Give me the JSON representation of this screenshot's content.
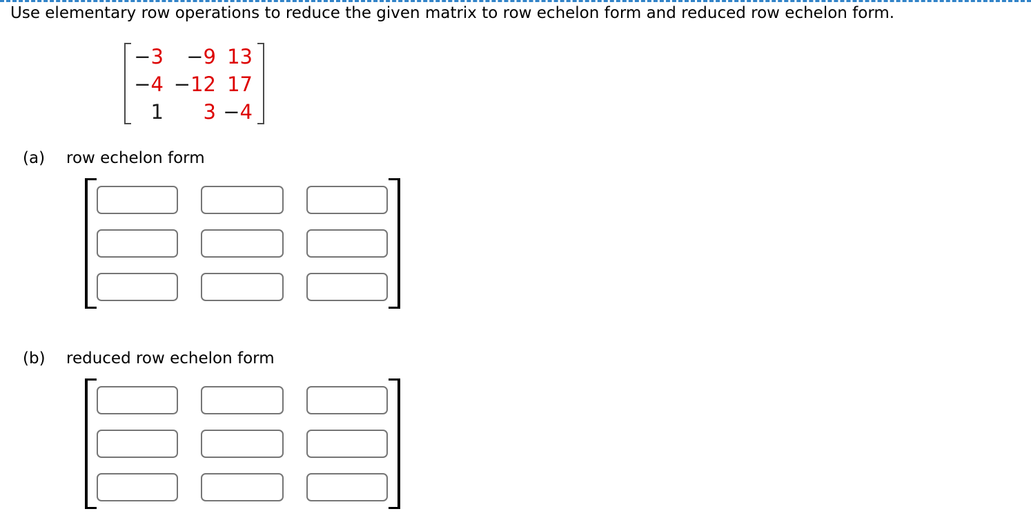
{
  "page": {
    "title": "Use elementary row operations to reduce the given matrix to row echelon form and reduced row echelon form.",
    "divider_color": "#3183c8"
  },
  "colors": {
    "digit_red": "#dd0000",
    "text_black": "#1c1c1c",
    "input_border": "#757575",
    "given_bracket": "#4a4a4a",
    "answer_bracket": "#000000"
  },
  "given_matrix": {
    "rows": [
      {
        "cells": [
          {
            "sign": "−",
            "digits": "3",
            "sign_color": "#1c1c1c",
            "digit_color": "#dd0000"
          },
          {
            "sign": "−",
            "digits": "9",
            "sign_color": "#1c1c1c",
            "digit_color": "#dd0000"
          },
          {
            "sign": "",
            "digits": "13",
            "sign_color": "#1c1c1c",
            "digit_color": "#dd0000"
          }
        ]
      },
      {
        "cells": [
          {
            "sign": "−",
            "digits": "4",
            "sign_color": "#1c1c1c",
            "digit_color": "#dd0000"
          },
          {
            "sign": "−",
            "digits": "12",
            "sign_color": "#1c1c1c",
            "digit_color": "#dd0000"
          },
          {
            "sign": "",
            "digits": "17",
            "sign_color": "#1c1c1c",
            "digit_color": "#dd0000"
          }
        ]
      },
      {
        "cells": [
          {
            "sign": "",
            "digits": "1",
            "sign_color": "#1c1c1c",
            "digit_color": "#1c1c1c"
          },
          {
            "sign": "",
            "digits": "3",
            "sign_color": "#1c1c1c",
            "digit_color": "#dd0000"
          },
          {
            "sign": "−",
            "digits": "4",
            "sign_color": "#1c1c1c",
            "digit_color": "#dd0000"
          }
        ]
      }
    ]
  },
  "sections": {
    "a": {
      "label": "(a)",
      "title": "row echelon form"
    },
    "b": {
      "label": "(b)",
      "title": "reduced row echelon form"
    }
  },
  "answer_inputs": {
    "rows": 3,
    "cols": 3,
    "value": "",
    "placeholder": ""
  }
}
